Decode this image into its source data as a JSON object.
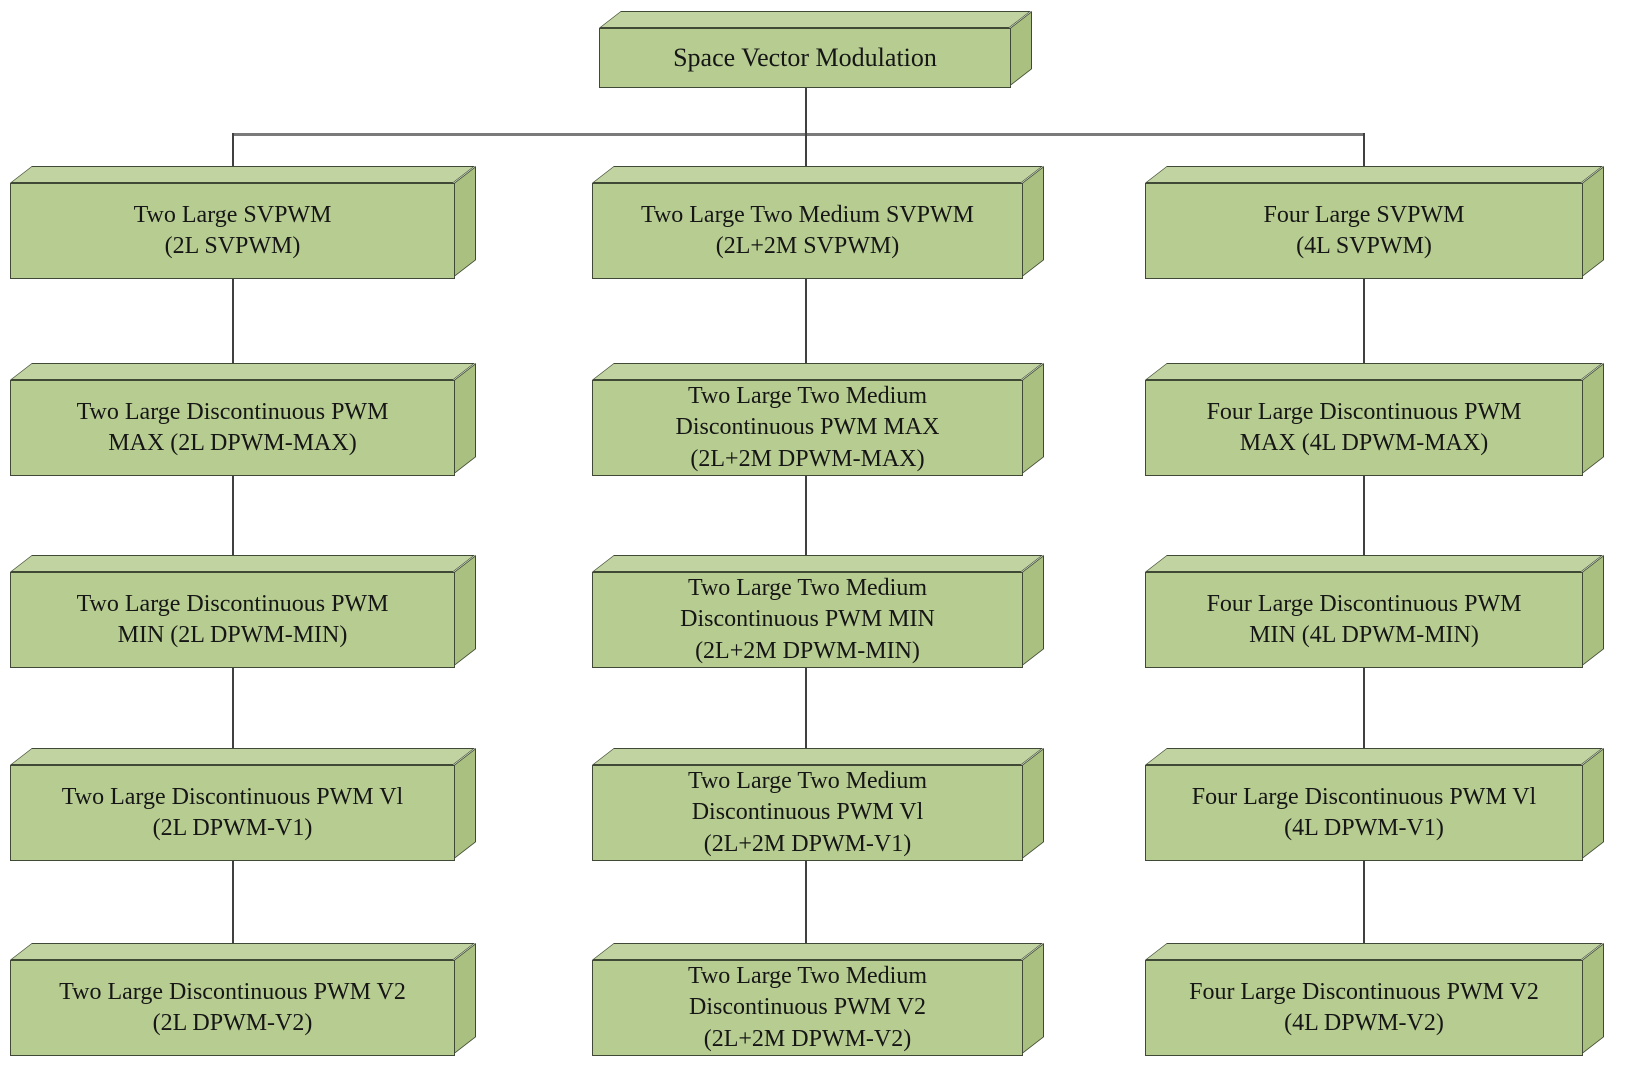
{
  "root": {
    "label": "Space Vector Modulation"
  },
  "columns": [
    {
      "boxes": [
        {
          "lines": [
            "Two Large SVPWM",
            "(2L SVPWM)"
          ]
        },
        {
          "lines": [
            "Two Large Discontinuous PWM",
            "MAX (2L DPWM-MAX)"
          ]
        },
        {
          "lines": [
            "Two Large Discontinuous PWM",
            "MIN (2L DPWM-MIN)"
          ]
        },
        {
          "lines": [
            "Two Large Discontinuous PWM Vl",
            "(2L DPWM-V1)"
          ]
        },
        {
          "lines": [
            "Two Large Discontinuous PWM V2",
            "(2L DPWM-V2)"
          ]
        }
      ]
    },
    {
      "boxes": [
        {
          "lines": [
            "Two Large Two Medium SVPWM",
            "(2L+2M SVPWM)"
          ]
        },
        {
          "lines": [
            "Two Large Two Medium",
            "Discontinuous PWM MAX",
            "(2L+2M DPWM-MAX)"
          ]
        },
        {
          "lines": [
            "Two Large Two Medium",
            "Discontinuous PWM MIN",
            "(2L+2M DPWM-MIN)"
          ]
        },
        {
          "lines": [
            "Two Large Two Medium",
            "Discontinuous PWM Vl",
            "(2L+2M DPWM-V1)"
          ]
        },
        {
          "lines": [
            "Two Large Two Medium",
            "Discontinuous PWM V2",
            "(2L+2M DPWM-V2)"
          ]
        }
      ]
    },
    {
      "boxes": [
        {
          "lines": [
            "Four Large SVPWM",
            "(4L SVPWM)"
          ]
        },
        {
          "lines": [
            "Four Large Discontinuous PWM",
            "MAX (4L DPWM-MAX)"
          ]
        },
        {
          "lines": [
            "Four Large Discontinuous PWM",
            "MIN (4L DPWM-MIN)"
          ]
        },
        {
          "lines": [
            "Four Large Discontinuous PWM Vl",
            "(4L DPWM-V1)"
          ]
        },
        {
          "lines": [
            "Four Large Discontinuous PWM V2",
            "(4L DPWM-V2)"
          ]
        }
      ]
    }
  ],
  "colors": {
    "box_fill": "#b6cc90",
    "box_top": "#c0d3a0",
    "box_side": "#a9c080",
    "edge": "#3f4936",
    "stem": "#404040",
    "bus": "#7a7a7a",
    "ink": "#161616"
  }
}
